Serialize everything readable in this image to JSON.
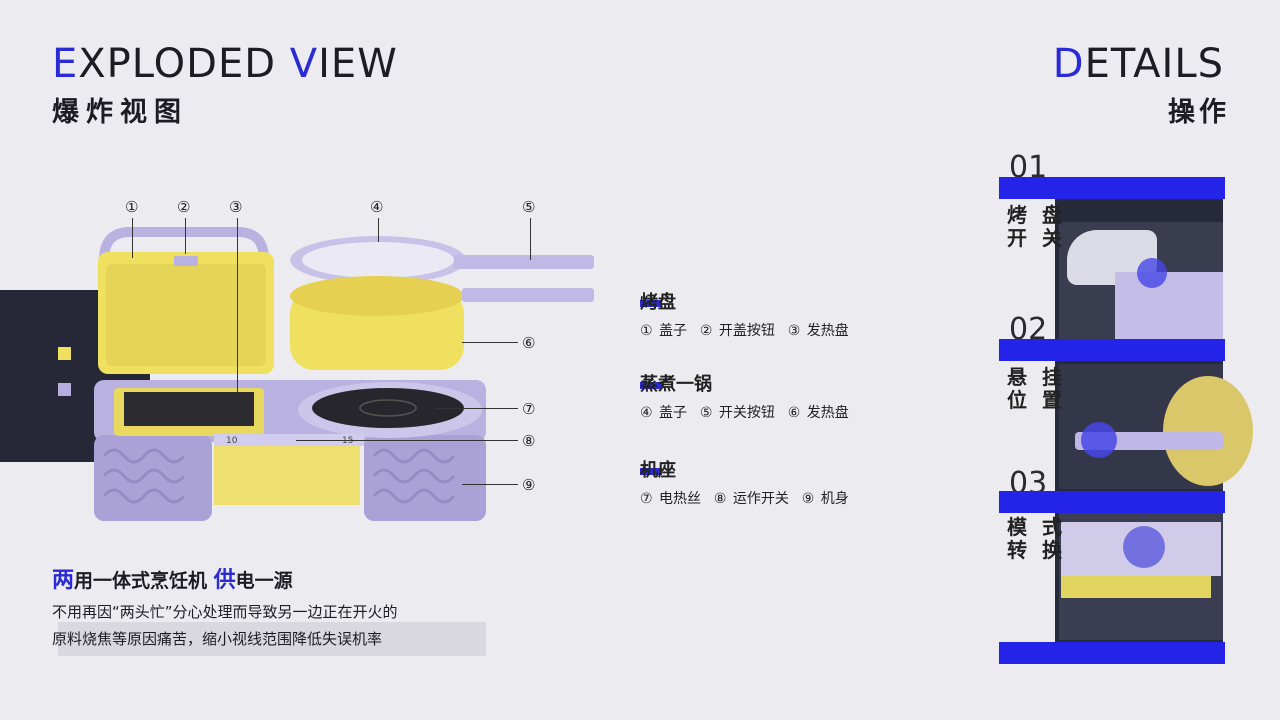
{
  "header_left": {
    "title_cap1": "E",
    "title_rest1": "XPLODED ",
    "title_cap2": "V",
    "title_rest2": "IEW",
    "subtitle": "爆炸视图"
  },
  "header_right": {
    "title_cap": "D",
    "title_rest": "ETAILS",
    "subtitle": "操作"
  },
  "callouts": [
    "①",
    "②",
    "③",
    "④",
    "⑤",
    "⑥",
    "⑦",
    "⑧",
    "⑨"
  ],
  "sections": [
    {
      "title": "烤盘",
      "items": "① 盖子  ② 开盖按钮  ③ 发热盘"
    },
    {
      "title": "蒸煮一锅",
      "items": "④ 盖子  ⑤ 开关按钮  ⑥ 发热盘"
    },
    {
      "title": "机座",
      "items": "⑦ 电热丝  ⑧ 运作开关  ⑨ 机身"
    }
  ],
  "product_screen": {
    "left": "10",
    "right": "15"
  },
  "slogan": {
    "cap1": "两",
    "rest1": "用一体式烹饪机 ",
    "cap2": "供",
    "rest2": "电一源"
  },
  "description": [
    "不用再因“两头忙”分心处理而导致另一边正在开火的",
    "原料烧焦等原因痛苦，缩小视线范围降低失误机率"
  ],
  "steps": [
    {
      "num": "01",
      "label_line1": "烤 盘",
      "label_line2": "开 关"
    },
    {
      "num": "02",
      "label_line1": "悬 挂",
      "label_line2": "位 置"
    },
    {
      "num": "03",
      "label_line1": "模 式",
      "label_line2": "转 换"
    }
  ],
  "colors": {
    "accent_blue": "#2b2bd6",
    "panel_blue": "#2424e8",
    "dark": "#262838",
    "yellow": "#f0e060",
    "lavender": "#b6aede"
  }
}
